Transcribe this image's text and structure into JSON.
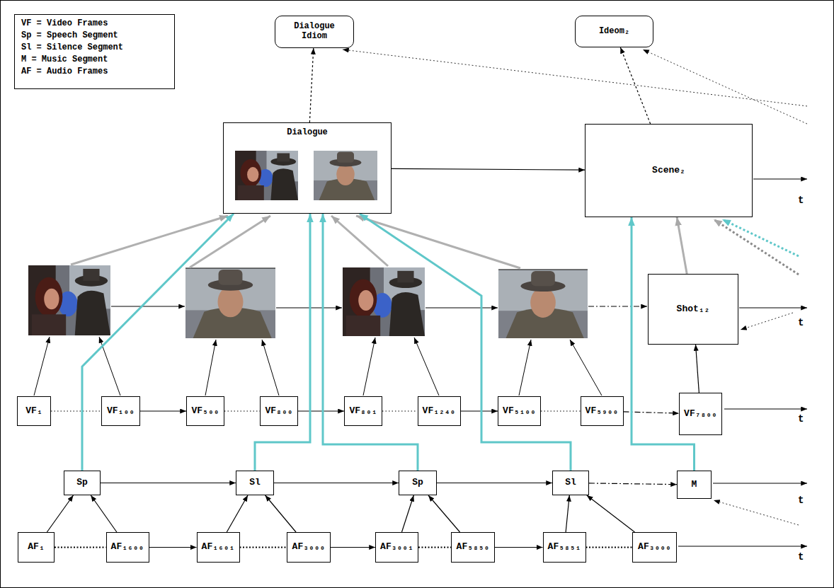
{
  "diagram": {
    "nodes": [
      {
        "text": [
          "Dialogue Idiom"
        ]
      },
      {
        "text": [
          "Ideom₂"
        ]
      },
      {
        "text": [
          "Dialogue"
        ]
      },
      {
        "text": [
          "Scene₂"
        ]
      },
      {
        "text": [
          "Shot₁₂"
        ]
      },
      {
        "text": [
          "VF₁"
        ]
      },
      {
        "text": [
          "VF₁₀₀"
        ]
      },
      {
        "text": [
          "VF₅₀₀"
        ]
      },
      {
        "text": [
          "VF₈₀₀"
        ]
      },
      {
        "text": [
          "VF₈₀₁"
        ]
      },
      {
        "text": [
          "VF₁₂₄₀"
        ]
      },
      {
        "text": [
          "VF₅₁₀₀"
        ]
      },
      {
        "text": [
          "VF₅₉₀₀"
        ]
      },
      {
        "text": [
          "VF₇₈₀₀"
        ]
      },
      {
        "text": [
          "Sp"
        ]
      },
      {
        "text": [
          "Sl"
        ]
      },
      {
        "text": [
          "Sp"
        ]
      },
      {
        "text": [
          "Sl"
        ]
      },
      {
        "text": [
          "M"
        ]
      },
      {
        "text": [
          "AF₁"
        ]
      },
      {
        "text": [
          "AF₁₆₀₀"
        ]
      },
      {
        "text": [
          "AF₁₆₀₁"
        ]
      },
      {
        "text": [
          "AF₃₀₀₀"
        ]
      },
      {
        "text": [
          "AF₃₀₀₁"
        ]
      },
      {
        "text": [
          "AF₅₈₅₀"
        ]
      },
      {
        "text": [
          "AF₅₈₅₁"
        ]
      },
      {
        "text": [
          "AF₃₀₀₀"
        ]
      }
    ],
    "edges": [
      {
        "from": 2,
        "to": 0,
        "arrow": "to"
      },
      {
        "from": 3,
        "to": 1,
        "arrow": "to"
      },
      {
        "from": 2,
        "to": 3,
        "arrow": "to"
      },
      {
        "from": 4,
        "to": 3,
        "arrow": "to"
      },
      {
        "from": 13,
        "to": 4,
        "arrow": "to"
      },
      {
        "from": 5,
        "to": 6,
        "arrow": "none"
      },
      {
        "from": 6,
        "to": 7,
        "arrow": "to"
      },
      {
        "from": 7,
        "to": 8,
        "arrow": "none"
      },
      {
        "from": 8,
        "to": 9,
        "arrow": "to"
      },
      {
        "from": 9,
        "to": 10,
        "arrow": "none"
      },
      {
        "from": 10,
        "to": 11,
        "arrow": "to"
      },
      {
        "from": 11,
        "to": 12,
        "arrow": "none"
      },
      {
        "from": 12,
        "to": 13,
        "arrow": "to"
      },
      {
        "from": 14,
        "to": 15,
        "arrow": "to"
      },
      {
        "from": 15,
        "to": 16,
        "arrow": "to"
      },
      {
        "from": 16,
        "to": 17,
        "arrow": "to"
      },
      {
        "from": 17,
        "to": 18,
        "arrow": "to"
      },
      {
        "from": 19,
        "to": 20,
        "arrow": "none"
      },
      {
        "from": 20,
        "to": 21,
        "arrow": "to"
      },
      {
        "from": 21,
        "to": 22,
        "arrow": "none"
      },
      {
        "from": 22,
        "to": 23,
        "arrow": "to"
      },
      {
        "from": 23,
        "to": 24,
        "arrow": "none"
      },
      {
        "from": 24,
        "to": 25,
        "arrow": "to"
      },
      {
        "from": 25,
        "to": 26,
        "arrow": "none"
      },
      {
        "from": 19,
        "to": 14,
        "arrow": "to"
      },
      {
        "from": 20,
        "to": 14,
        "arrow": "to"
      },
      {
        "from": 21,
        "to": 15,
        "arrow": "to"
      },
      {
        "from": 22,
        "to": 15,
        "arrow": "to"
      },
      {
        "from": 23,
        "to": 16,
        "arrow": "to"
      },
      {
        "from": 24,
        "to": 16,
        "arrow": "to"
      },
      {
        "from": 25,
        "to": 17,
        "arrow": "to"
      },
      {
        "from": 26,
        "to": 17,
        "arrow": "to"
      },
      {
        "from": 14,
        "to": 2,
        "arrow": "to"
      },
      {
        "from": 15,
        "to": 2,
        "arrow": "to"
      },
      {
        "from": 16,
        "to": 2,
        "arrow": "to"
      },
      {
        "from": 17,
        "to": 2,
        "arrow": "to"
      },
      {
        "from": 18,
        "to": 3,
        "arrow": "to"
      }
    ],
    "labels": [
      "VF = Video Frames",
      "Sp = Speech Segment",
      "Sl = Silence Segment",
      "M = Music Segment",
      "AF = Audio Frames",
      "t",
      "t",
      "t",
      "t",
      "t"
    ]
  }
}
